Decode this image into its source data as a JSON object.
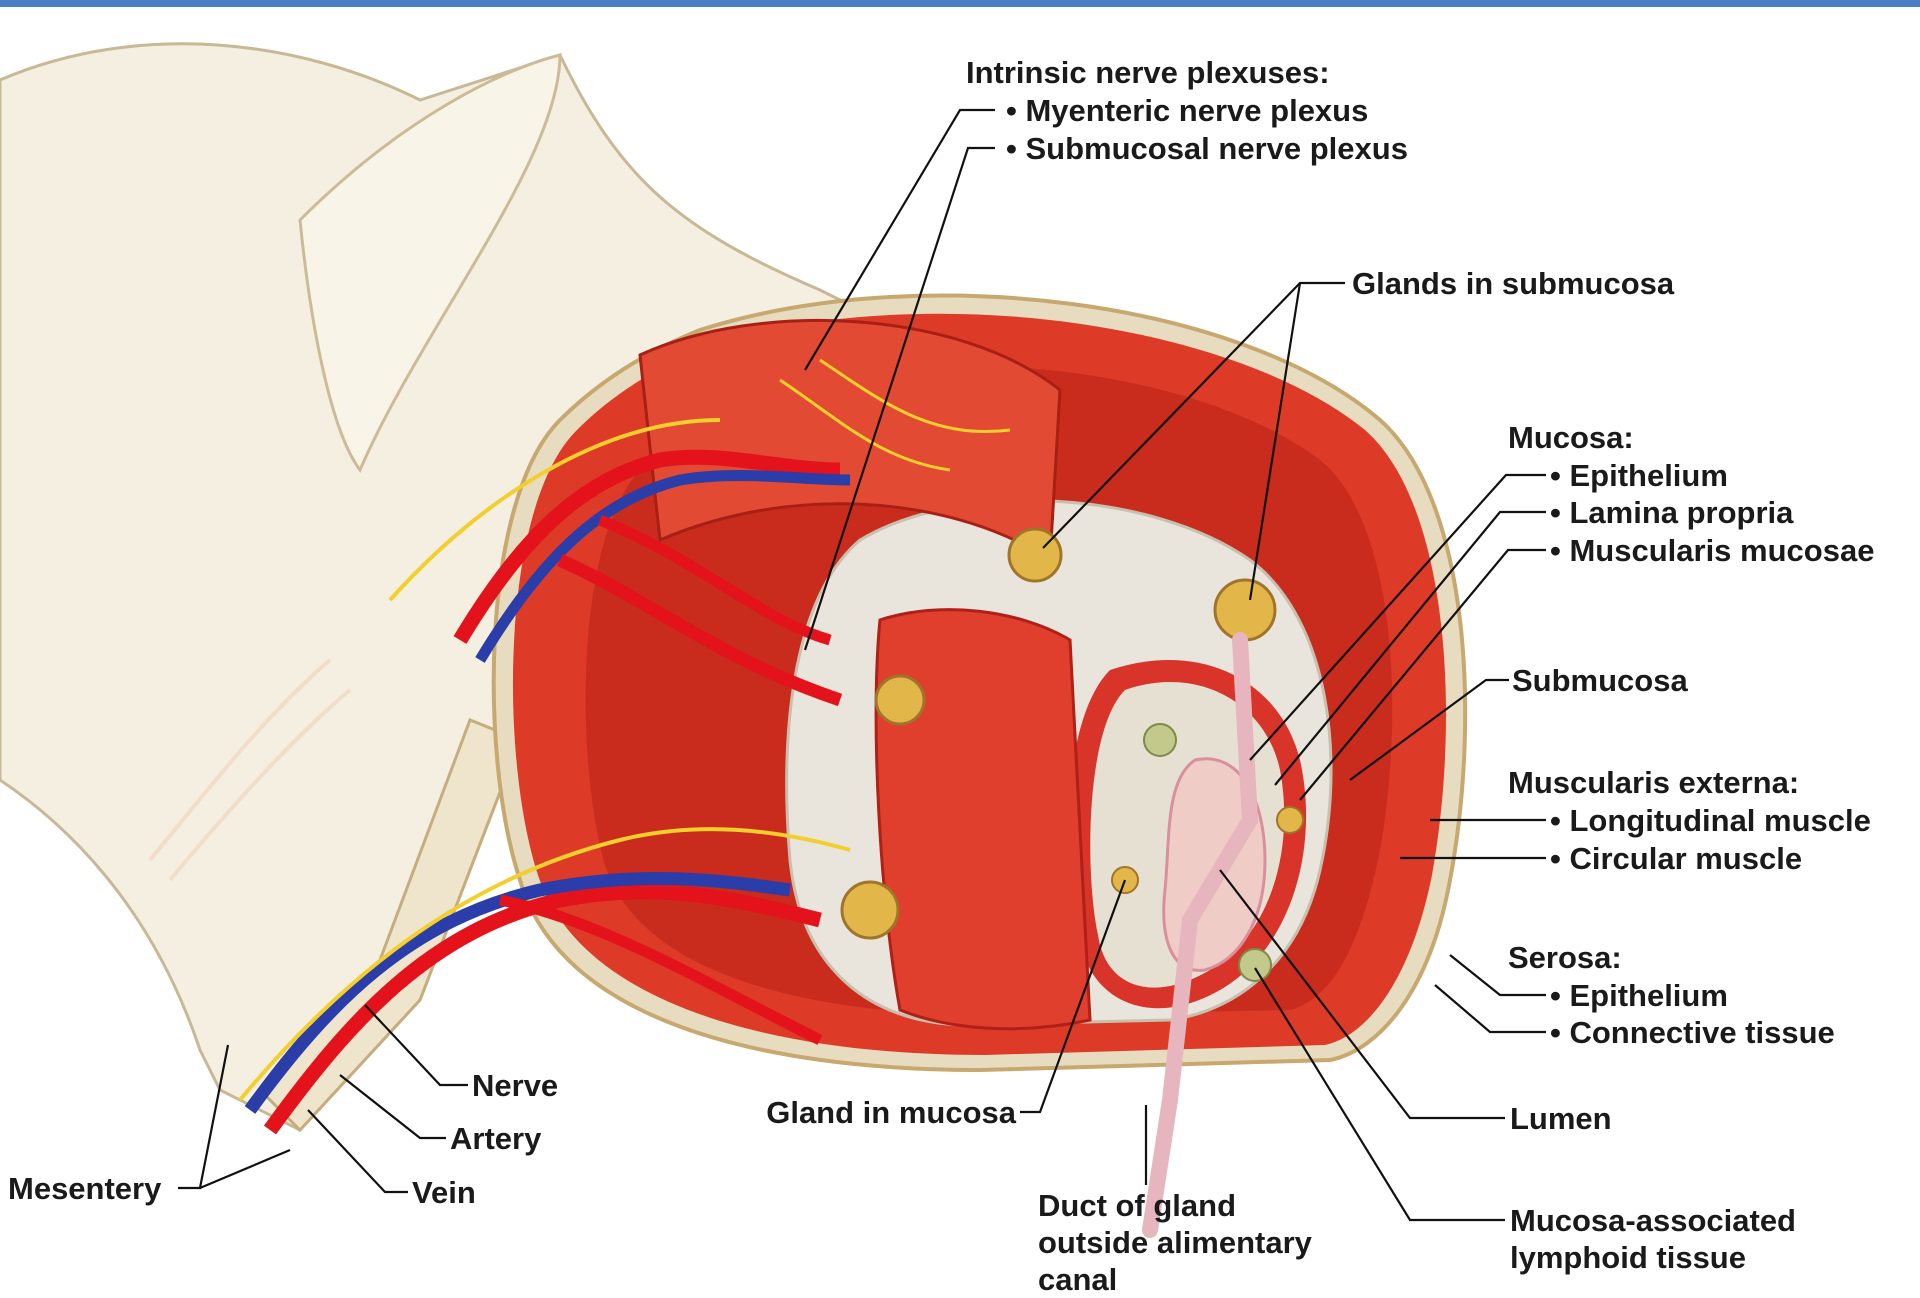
{
  "colors": {
    "mesentery": "#f4efe0",
    "muscle": "#de3a28",
    "muscle_dark": "#b81e14",
    "submucosa": "#e9e5dc",
    "artery": "#e3121b",
    "vein": "#2a3da8",
    "nerve": "#f2cf2c",
    "gland": "#e3b64a",
    "leader": "#111111",
    "header_bar": "#4a7fc6"
  },
  "labels": {
    "intrinsic_title": "Intrinsic nerve plexuses:",
    "myenteric": "Myenteric nerve plexus",
    "submucosal_plexus": "Submucosal nerve plexus",
    "glands_submucosa": "Glands in submucosa",
    "mucosa_title": "Mucosa:",
    "mucosa_epithelium": "Epithelium",
    "lamina_propria": "Lamina propria",
    "muscularis_mucosae": "Muscularis mucosae",
    "submucosa": "Submucosa",
    "muscularis_externa_title": "Muscularis externa:",
    "longitudinal_muscle": "Longitudinal muscle",
    "circular_muscle": "Circular muscle",
    "serosa_title": "Serosa:",
    "serosa_epithelium": "Epithelium",
    "connective_tissue": "Connective tissue",
    "lumen": "Lumen",
    "malt_line1": "Mucosa-associated",
    "malt_line2": "lymphoid tissue",
    "duct_line1": "Duct of gland",
    "duct_line2": "outside alimentary",
    "duct_line3": "canal",
    "gland_mucosa": "Gland in mucosa",
    "nerve": "Nerve",
    "artery": "Artery",
    "vein": "Vein",
    "mesentery": "Mesentery"
  }
}
